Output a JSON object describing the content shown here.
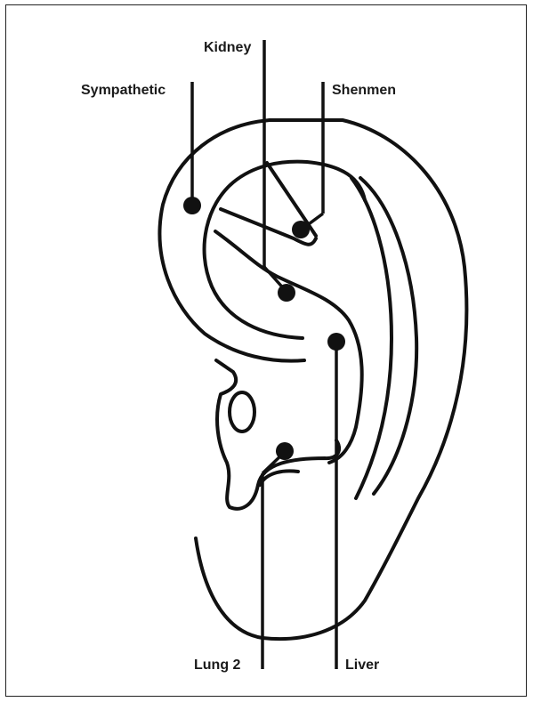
{
  "labels": {
    "kidney": "Kidney",
    "sympathetic": "Sympathetic",
    "shenmen": "Shenmen",
    "lung2": "Lung 2",
    "liver": "Liver"
  },
  "colors": {
    "stroke": "#111111",
    "background": "#ffffff"
  }
}
